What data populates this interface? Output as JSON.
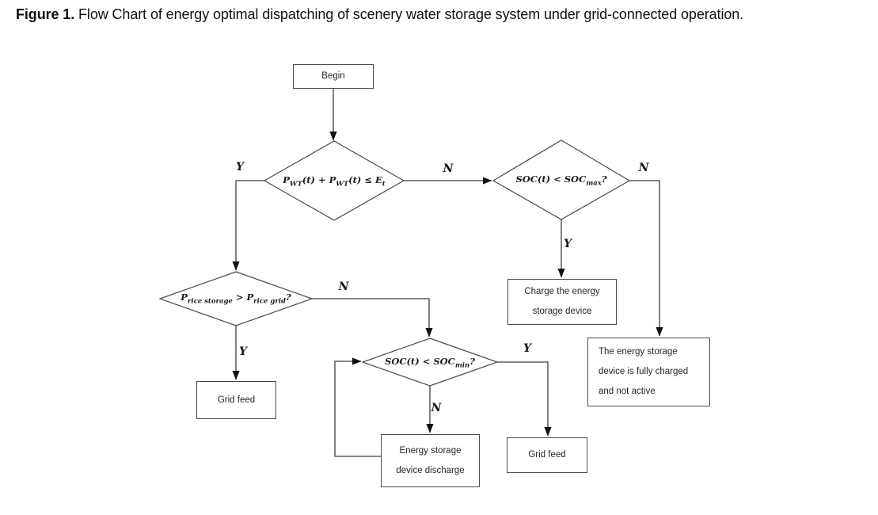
{
  "caption": {
    "figure_label": "Figure 1.",
    "title": " Flow Chart of energy optimal dispatching of scenery water storage system under grid-connected operation."
  },
  "nodes": {
    "begin": {
      "label": "Begin"
    },
    "power_check": {
      "var1": "P",
      "sub1": "WT",
      "mid1": "(t) + ",
      "var2": "P",
      "sub2": "WT",
      "mid2": "(t) ≤ ",
      "var3": "E",
      "sub3": "t"
    },
    "soc_max_check": {
      "pre": "SOC(t) < SOC",
      "sub": "max",
      "post": "?"
    },
    "price_check": {
      "var1": "P",
      "sub1": "rice storage",
      "mid": " > ",
      "var2": "P",
      "sub2": "rice grid",
      "post": "?"
    },
    "soc_min_check": {
      "pre": "SOC(t) < SOC",
      "sub": "min",
      "post": "?"
    },
    "charge": {
      "lines": [
        "Charge the energy",
        "storage device"
      ]
    },
    "fully_charged": {
      "lines": [
        "The energy storage",
        "device is fully charged",
        "and not active"
      ]
    },
    "grid_feed_left": {
      "label": "Grid feed"
    },
    "discharge": {
      "lines": [
        "Energy storage",
        "device discharge"
      ]
    },
    "grid_feed_right": {
      "label": "Grid feed"
    }
  },
  "branch_labels": {
    "power_yes": "Y",
    "power_no": "N",
    "soc_max_no": "N",
    "soc_max_yes": "Y",
    "price_no": "N",
    "price_yes": "Y",
    "soc_min_yes": "Y",
    "soc_min_no": "N"
  },
  "colors": {
    "line": "#3d3d3d",
    "arrow": "#111111",
    "box_border": "#4a4a4a",
    "text": "#262626"
  }
}
